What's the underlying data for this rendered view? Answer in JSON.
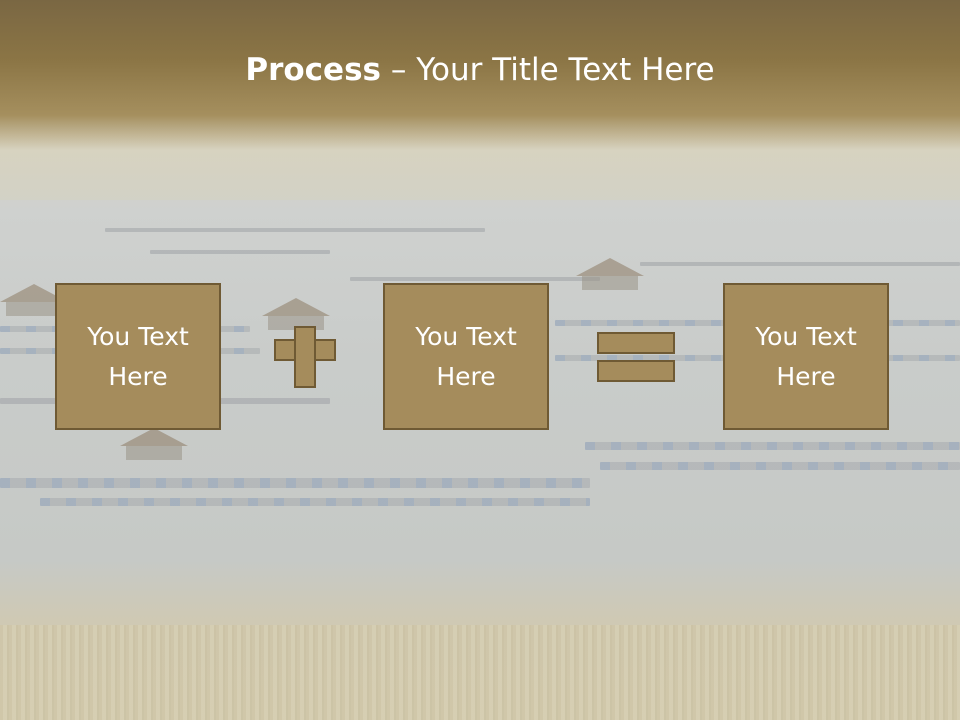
{
  "slide": {
    "title_bold": "Process",
    "title_rest": " – Your Title Text Here",
    "boxes": [
      {
        "line1": "You Text",
        "line2": "Here"
      },
      {
        "line1": "You Text",
        "line2": "Here"
      },
      {
        "line1": "You Text",
        "line2": "Here"
      }
    ],
    "operators": [
      "plus-icon",
      "equals-icon"
    ]
  },
  "colors": {
    "header": "#8b7545",
    "box_fill": "#a58c5c",
    "box_border": "#6f5a34",
    "text": "#ffffff"
  }
}
